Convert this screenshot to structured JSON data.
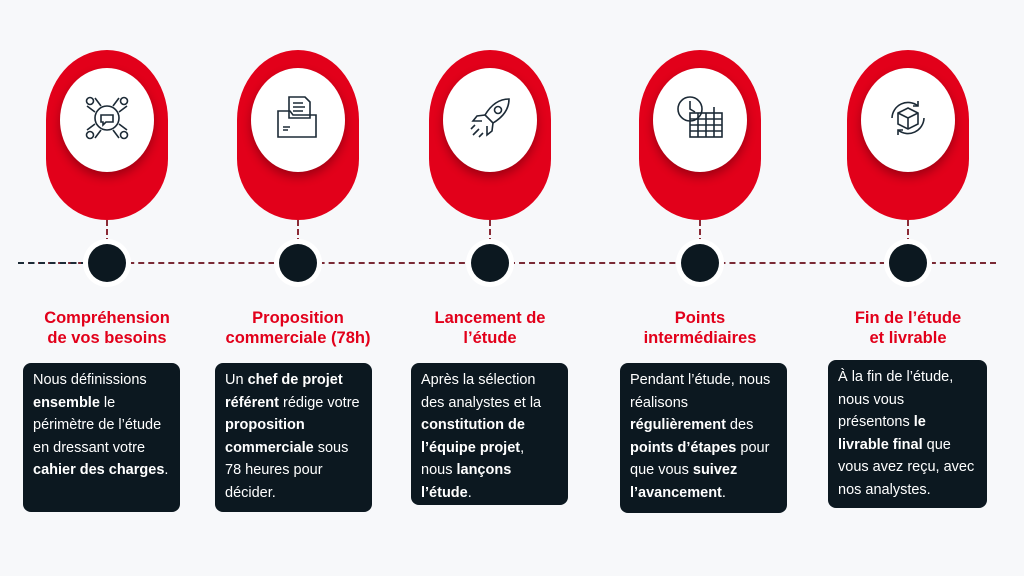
{
  "colors": {
    "accent": "#e2001a",
    "dark": "#0c1820"
  },
  "steps": [
    {
      "icon": "team-meeting-icon",
      "title": [
        "Compréhension",
        "de vos besoins"
      ],
      "text": [
        {
          "t": "Nous définissions "
        },
        {
          "t": "ensemble",
          "b": true
        },
        {
          "t": " le périmètre de l’étude en dressant votre "
        },
        {
          "t": "cahier des charges",
          "b": true
        },
        {
          "t": "."
        }
      ]
    },
    {
      "icon": "folder-documents-icon",
      "title": [
        "Proposition",
        "commerciale (78h)"
      ],
      "text": [
        {
          "t": "Un "
        },
        {
          "t": "chef de projet référent",
          "b": true
        },
        {
          "t": " rédige votre "
        },
        {
          "t": "proposition commerciale",
          "b": true
        },
        {
          "t": " sous 78 heures pour décider."
        }
      ]
    },
    {
      "icon": "rocket-icon",
      "title": [
        "Lancement de",
        "l’étude"
      ],
      "text": [
        {
          "t": "Après la sélection des analystes et la "
        },
        {
          "t": "constitution de l’équipe projet",
          "b": true
        },
        {
          "t": ", nous "
        },
        {
          "t": "lançons l’étude",
          "b": true
        },
        {
          "t": "."
        }
      ]
    },
    {
      "icon": "clock-calendar-icon",
      "title": [
        "Points",
        "intermédiaires"
      ],
      "text": [
        {
          "t": "Pendant l’étude, nous réalisons "
        },
        {
          "t": "régulièrement",
          "b": true
        },
        {
          "t": " des "
        },
        {
          "t": "points d’étapes",
          "b": true
        },
        {
          "t": " pour que vous "
        },
        {
          "t": "suivez l’avancement",
          "b": true
        },
        {
          "t": "."
        }
      ]
    },
    {
      "icon": "box-cycle-icon",
      "title": [
        "Fin de l’étude",
        "et livrable"
      ],
      "text": [
        {
          "t": "À la fin de l’étude, nous vous présentons "
        },
        {
          "t": "le livrable final",
          "b": true
        },
        {
          "t": " que vous avez reçu, avec nos analystes."
        }
      ]
    }
  ]
}
